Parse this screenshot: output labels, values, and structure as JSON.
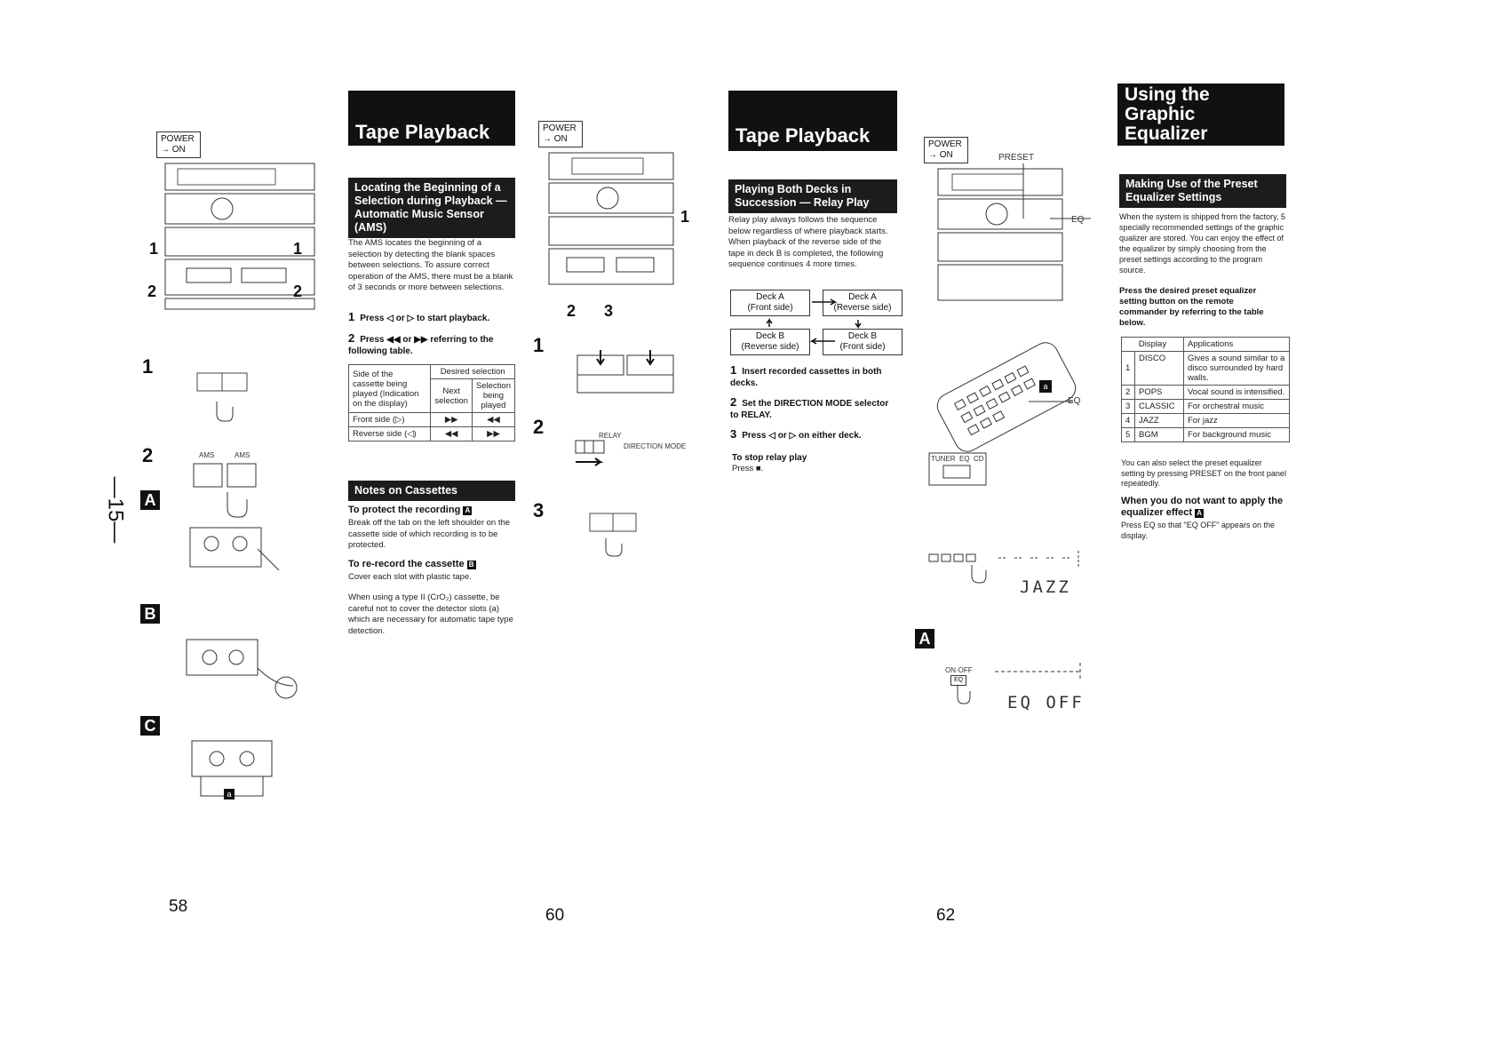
{
  "page_numbers": [
    "58",
    "60",
    "62"
  ],
  "side_number": "—15—",
  "col1": {
    "power_label": "POWER\n→ ON",
    "callouts": [
      "1",
      "1",
      "2",
      "2"
    ],
    "steps": [
      "1",
      "2"
    ],
    "ams_labels": [
      "AMS",
      "AMS"
    ],
    "letters": [
      "A",
      "B",
      "C"
    ],
    "letter_a_small": "a"
  },
  "col2": {
    "title": "Tape Playback",
    "section1_title": "Locating the Beginning of a Selection during Playback — Automatic Music Sensor (AMS)",
    "section1_body": "The AMS locates the beginning of a selection by detecting the blank spaces between selections. To assure correct operation of the AMS, there must be a blank of 3 seconds or more between selections.",
    "step1": "Press ◁ or ▷ to start playback.",
    "step2": "Press ◀◀ or ▶▶ referring to the following table.",
    "table": {
      "header_col1": "Side of the cassette being played (Indication on the display)",
      "header_group": "Desired selection",
      "header_next": "Next selection",
      "header_being": "Selection being played",
      "rows": [
        {
          "side": "Front side (▷)",
          "next": "▶▶",
          "being": "◀◀"
        },
        {
          "side": "Reverse side (◁)",
          "next": "◀◀",
          "being": "▶▶"
        }
      ]
    },
    "section2_title": "Notes on Cassettes",
    "protect_head": "To protect the recording",
    "protect_body": "Break off the tab on the left shoulder on the cassette side of which recording is to be protected.",
    "rerecord_head": "To re-record the cassette",
    "rerecord_body": "Cover each slot with plastic tape.",
    "type2_body": "When using a type II (CrO₂) cassette, be careful not to cover the detector slots (a) which are necessary for automatic tape type detection."
  },
  "col3": {
    "power_label": "POWER\n→ ON",
    "callouts": [
      "1",
      "2",
      "3"
    ],
    "steps": [
      "1",
      "2",
      "3"
    ],
    "relay_label": "RELAY",
    "direction_label": "DIRECTION MODE"
  },
  "col4": {
    "title": "Tape Playback",
    "section_title": "Playing Both Decks in Succession — Relay Play",
    "body": "Relay play always follows the sequence below regardless of where playback starts. When playback of the reverse side of the tape in deck B is completed, the following sequence continues 4 more times.",
    "flow": [
      "Deck A\n(Front side)",
      "Deck A\n(Reverse side)",
      "Deck B\n(Reverse side)",
      "Deck B\n(Front side)"
    ],
    "step1": "Insert recorded cassettes in both decks.",
    "step2": "Set the DIRECTION MODE selector to RELAY.",
    "step3": "Press ◁ or ▷ on either deck.",
    "stop_head": "To stop relay play",
    "stop_body": "Press ■."
  },
  "col5": {
    "power_label": "POWER\n→ ON",
    "preset_label": "PRESET",
    "eq_labels": [
      "EQ",
      "EQ"
    ],
    "remote_buttons": "TUNER  EQ  CD",
    "lcd1": "JAZZ",
    "letter": "A",
    "onoff_label": "ON·OFF",
    "eq_button": "EQ",
    "lcd2": "EQ OFF",
    "a_marker": "a"
  },
  "col6": {
    "title": "Using the Graphic Equalizer",
    "section_title": "Making Use of the Preset Equalizer Settings",
    "body": "When the system is shipped from the factory, 5 specially recommended settings of the graphic qualizer are stored. You can enjoy the effect of the equalizer by simply choosing from the preset settings according to the program source.",
    "instruction": "Press the desired preset equalizer setting button on the remote commander by referring to the table below.",
    "table": {
      "header_display": "Display",
      "header_app": "Applications",
      "rows": [
        {
          "n": "1",
          "display": "DISCO",
          "app": "Gives a sound similar to a disco surrounded by hard walls."
        },
        {
          "n": "2",
          "display": "POPS",
          "app": "Vocal sound is intensified."
        },
        {
          "n": "3",
          "display": "CLASSIC",
          "app": "For orchestral music"
        },
        {
          "n": "4",
          "display": "JAZZ",
          "app": "For jazz"
        },
        {
          "n": "5",
          "display": "BGM",
          "app": "For background music"
        }
      ]
    },
    "also_body": "You can also select the preset equalizer setting by pressing PRESET on the front panel repeatedly.",
    "noeq_head": "When you do not want to apply the equalizer effect",
    "noeq_body": "Press EQ so that \"EQ OFF\" appears on the display."
  }
}
